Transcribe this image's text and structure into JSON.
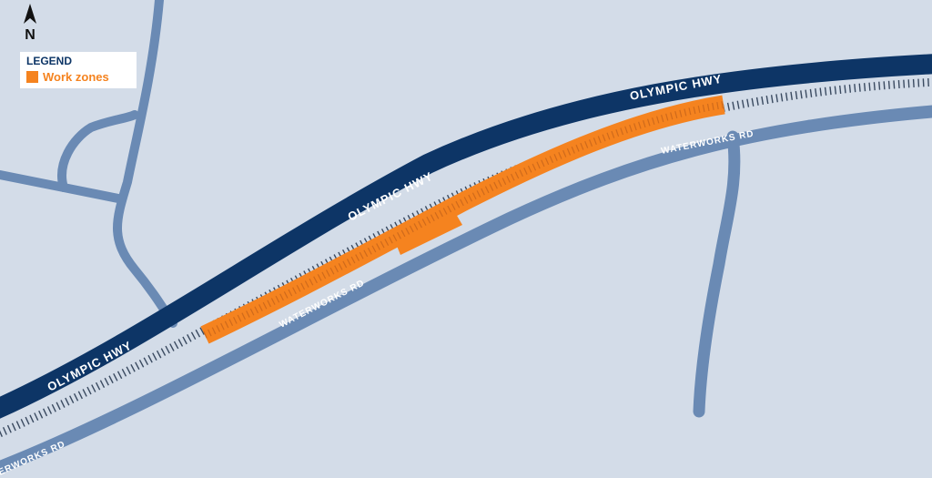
{
  "map": {
    "north_label": "N",
    "legend": {
      "title": "LEGEND",
      "items": [
        {
          "label": "Work zones",
          "color": "#f5831f"
        }
      ]
    },
    "labels": {
      "olympic_hwy": "OLYMPIC HWY",
      "waterworks_rd": "WATERWORKS RD",
      "waterworks_rd_partial": "ERWORKS RD"
    },
    "colors": {
      "background": "#d3dce8",
      "highway": "#0d3566",
      "local_road": "#6a8ab4",
      "work_zone": "#f5831f",
      "rail": "#3a4a60"
    }
  }
}
